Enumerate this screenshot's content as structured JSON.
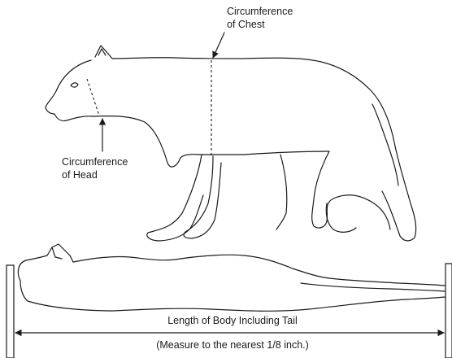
{
  "labels": {
    "chest_line1": "Circumference",
    "chest_line2": "of Chest",
    "head_line1": "Circumference",
    "head_line2": "of Head",
    "length": "Length of Body Including Tail",
    "note": "(Measure to the nearest 1/8 inch.)"
  },
  "colors": {
    "ink": "#1a1a1a",
    "background": "#ffffff"
  }
}
